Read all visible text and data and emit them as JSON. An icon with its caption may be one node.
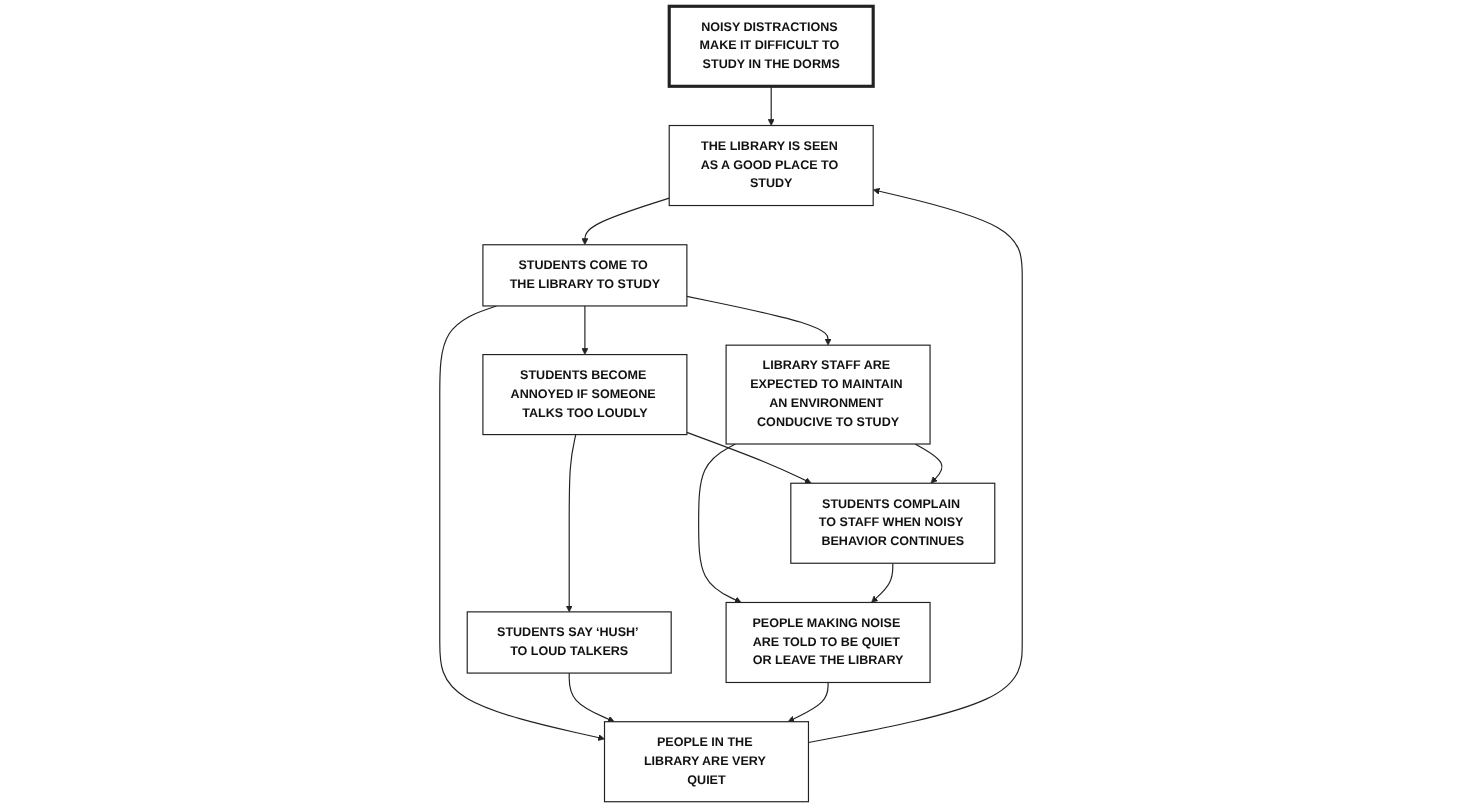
{
  "diagram": {
    "nodes": [
      {
        "text": [
          "THE LIBRARY IS SEEN AS A GOOD PLACE TO STUDY"
        ]
      },
      {
        "text": [
          "NOISY DISTRACTIONS MAKE IT DIFFICULT TO STUDY IN THE DORMS"
        ]
      },
      {
        "text": [
          "STUDENTS COME TO THE LIBRARY TO STUDY"
        ]
      },
      {
        "text": [
          "PEOPLE IN THE LIBRARY ARE VERY QUIET"
        ]
      },
      {
        "text": [
          "LIBRARY STAFF ARE EXPECTED TO MAINTAIN AN ENVIRONMENT CONDUCIVE TO STUDY"
        ]
      },
      {
        "text": [
          "PEOPLE MAKING NOISE ARE TOLD TO BE QUIET OR LEAVE THE LIBRARY"
        ]
      },
      {
        "text": [
          "STUDENTS BECOME ANNOYED IF SOMEONE TALKS TOO LOUDLY"
        ]
      },
      {
        "text": [
          "STUDENTS SAY ‘HUSH’ TO LOUD TALKERS"
        ]
      },
      {
        "text": [
          "STUDENTS COMPLAIN TO STAFF WHEN NOISY BEHAVIOR CONTINUES"
        ]
      }
    ],
    "edges": [
      {
        "from": 1,
        "to": 0,
        "arrow": "to"
      },
      {
        "from": 0,
        "to": 2,
        "arrow": "to"
      },
      {
        "from": 2,
        "to": 3,
        "arrow": "to"
      },
      {
        "from": 2,
        "to": 4,
        "arrow": "to"
      },
      {
        "from": 2,
        "to": 6,
        "arrow": "to"
      },
      {
        "from": 3,
        "to": 0,
        "arrow": "to"
      },
      {
        "from": 6,
        "to": 7,
        "arrow": "to"
      },
      {
        "from": 6,
        "to": 8,
        "arrow": "to"
      },
      {
        "from": 7,
        "to": 3,
        "arrow": "to"
      },
      {
        "from": 4,
        "to": 5,
        "arrow": "to"
      },
      {
        "from": 4,
        "to": 8,
        "arrow": "to"
      },
      {
        "from": 8,
        "to": 5,
        "arrow": "to"
      },
      {
        "from": 5,
        "to": 3,
        "arrow": "to"
      }
    ]
  }
}
